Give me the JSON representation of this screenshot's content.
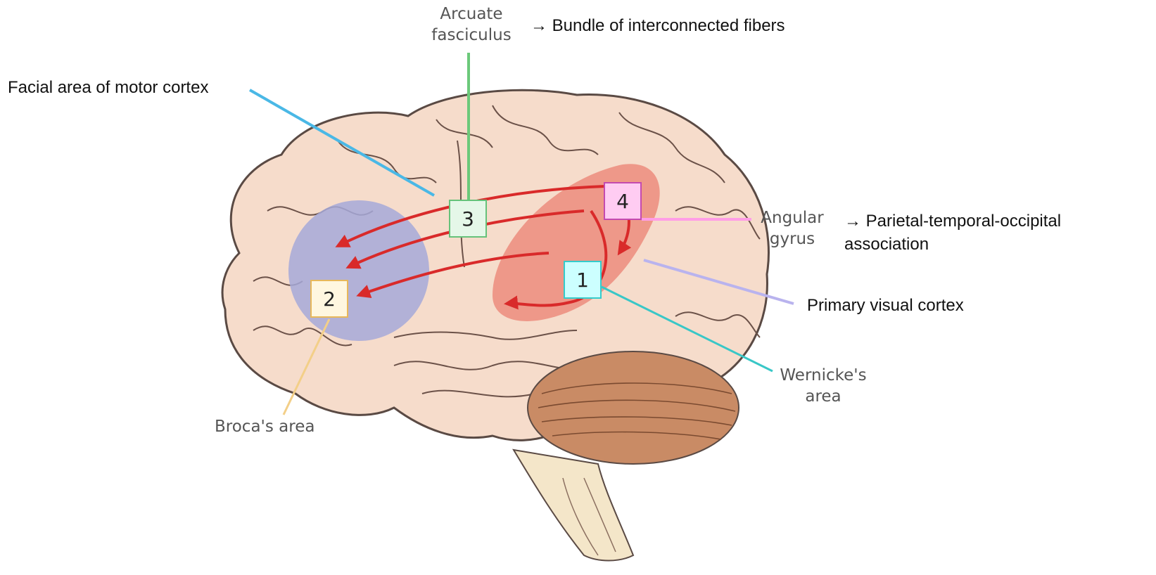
{
  "labels": {
    "facial_area": "Facial area of motor cortex",
    "arcuate_line1": "Arcuate",
    "arcuate_line2": "fasciculus",
    "arcuate_note": "→ Bundle of interconnected fibers",
    "angular_line1": "Angular",
    "angular_line2": "gyrus",
    "angular_note_line1": "→ Parietal-temporal-occipital",
    "angular_note_line2": "association",
    "primary_visual": "Primary visual cortex",
    "wernicke_line1": "Wernicke's",
    "wernicke_line2": "area",
    "broca": "Broca's area"
  },
  "boxes": [
    {
      "number": "1",
      "fill": "#ccffff",
      "border": "#33cccc"
    },
    {
      "number": "2",
      "fill": "#fff7e0",
      "border": "#e8b85a"
    },
    {
      "number": "3",
      "fill": "#e5f7e8",
      "border": "#66c27a"
    },
    {
      "number": "4",
      "fill": "#ffccf2",
      "border": "#c44ab0"
    }
  ],
  "colors": {
    "brain_fill": "#f6dccb",
    "brain_outline": "#5a4a44",
    "broca_region": "#a6a9d9",
    "wernicke_region": "#ec8778",
    "arrows": "#d92a2a",
    "cerebellum": "#c98b65",
    "facial_leader": "#4ab8e6",
    "arcuate_leader": "#6cc97a",
    "angular_leader": "#ff9de6",
    "visual_leader": "#b9b3ee",
    "wernicke_leader": "#39c7c7",
    "broca_leader": "#f3cf88"
  }
}
